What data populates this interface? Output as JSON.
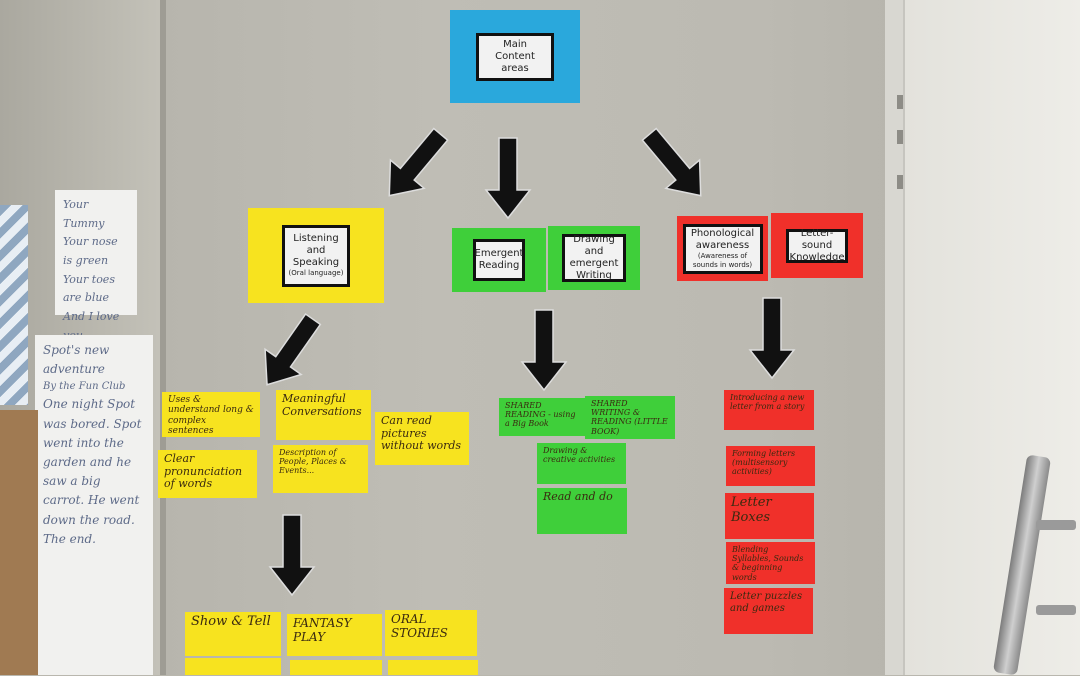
{
  "main": {
    "label": "Main Content areas"
  },
  "areas": {
    "listening": "Listening and Speaking",
    "listening_sub": "(Oral language)",
    "emergent_reading": "Emergent Reading",
    "drawing": "Drawing and emergent Writing",
    "phonological": "Phonological awareness",
    "phonological_sub": "(Awareness of sounds in words)",
    "letter_sound": "Letter-sound Knowledge"
  },
  "yellow_notes": {
    "use_sentences": "Uses & understand long & complex sentences",
    "meaningful": "Meaningful Conversations",
    "read_pictures": "Can read pictures without words",
    "clear_pronunciation": "Clear pronunciation of words",
    "description": "Description of People, Places & Events...",
    "show_tell": "Show & Tell",
    "fantasy": "FANTASY PLAY",
    "oral_stories": "ORAL STORIES"
  },
  "green_notes": {
    "shared_reading": "SHARED READING - using a Big Book",
    "shared_writing": "SHARED WRITING & READING (LITTLE BOOK)",
    "drawing_creative": "Drawing & creative activities",
    "read_do": "Read and do"
  },
  "red_notes": {
    "introducing": "Introducing a new letter from a story",
    "forming": "Forming letters (multisensory activities)",
    "letter_boxes": "Letter Boxes",
    "blending": "Blending Syllables, Sounds & beginning words",
    "puzzles": "Letter puzzles and games"
  },
  "poster_top": {
    "lines": [
      "Your Tummy",
      "Your nose is green",
      "Your toes are blue",
      "And I love you"
    ]
  },
  "poster_story": {
    "title": "Spot's new adventure",
    "author": "By the Fun Club",
    "body": "One night Spot was bored. Spot went into the garden and he saw a big carrot. He went down the road. The end."
  }
}
